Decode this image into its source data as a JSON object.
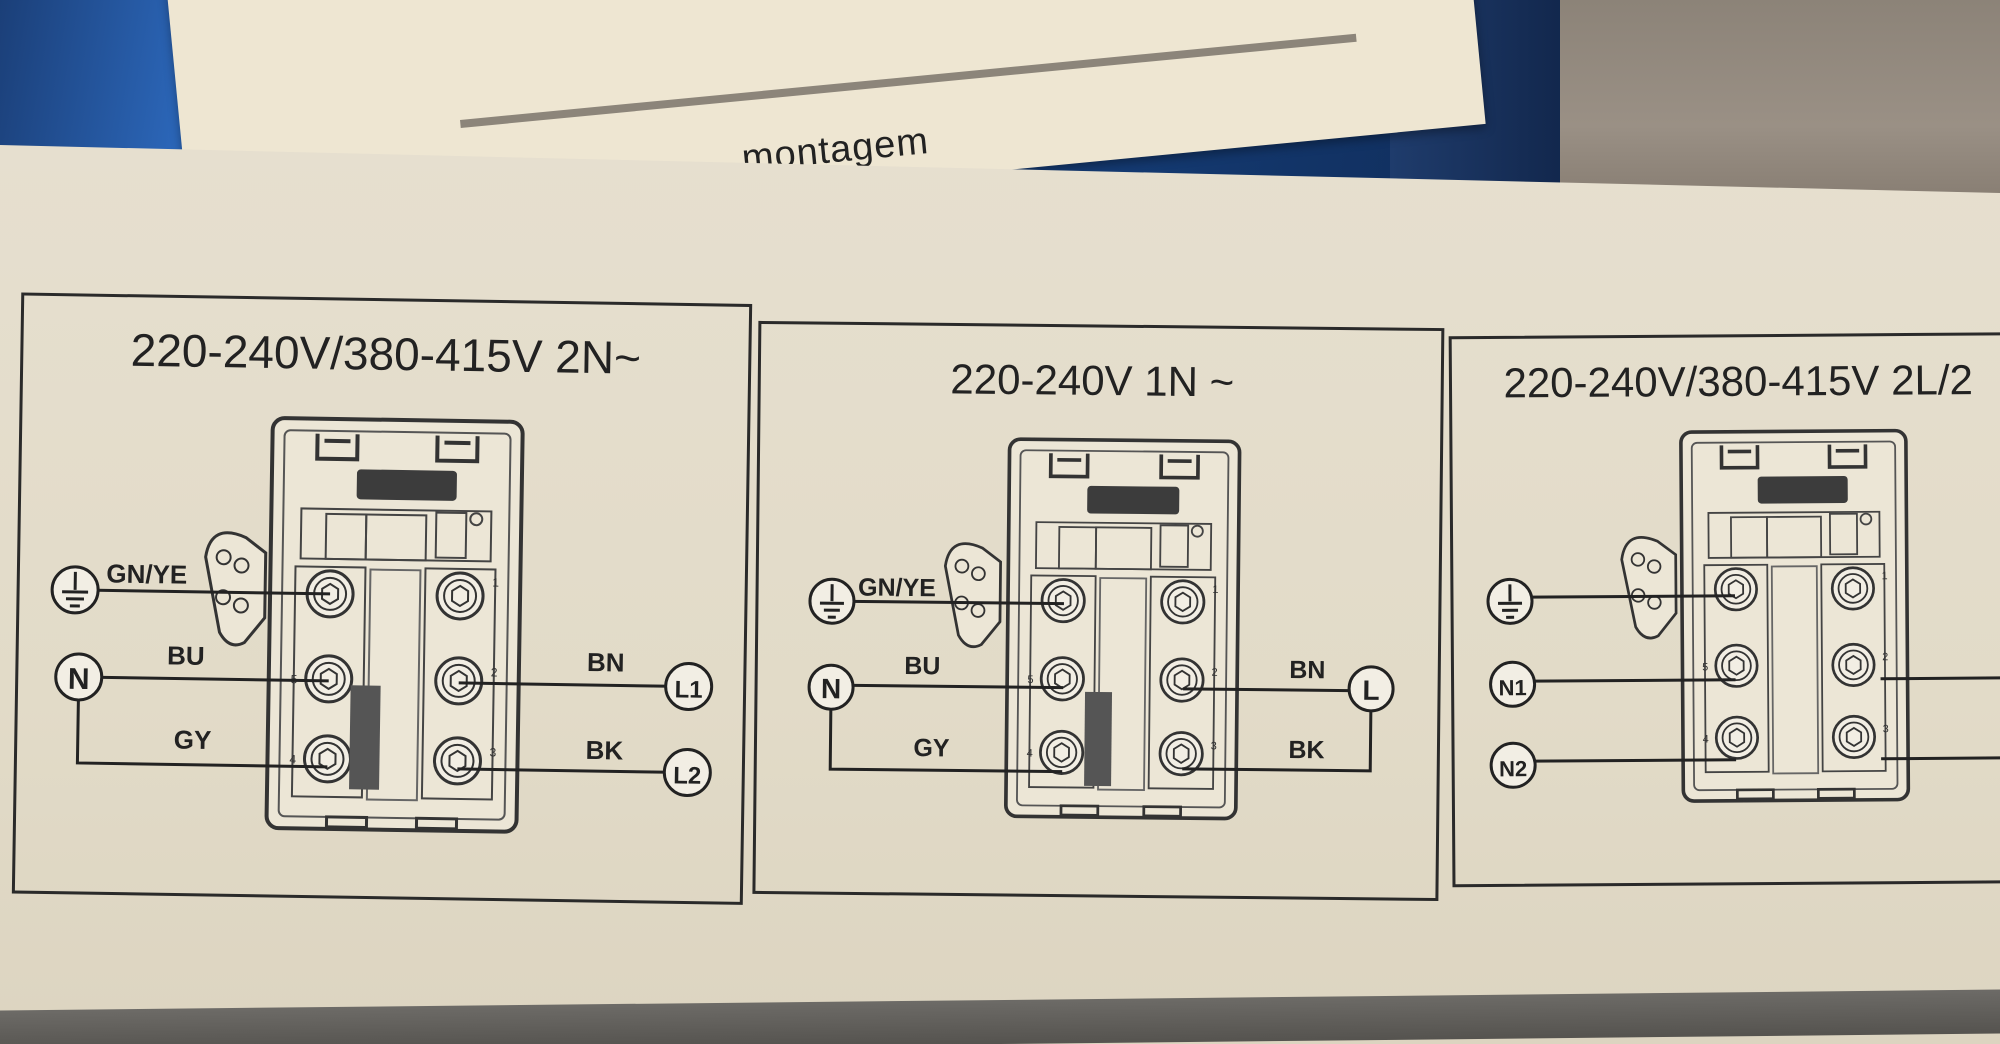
{
  "background_label": "montagem",
  "panels": [
    {
      "title": "220-240V/380-415V 2N~",
      "ground_label": "GN/YE",
      "wire_labels": [
        "BU",
        "GY",
        "BN",
        "BK"
      ],
      "terminal_labels": [
        "N",
        "L1",
        "L2"
      ]
    },
    {
      "title": "220-240V 1N ~",
      "ground_label": "GN/YE",
      "wire_labels": [
        "BU",
        "GY",
        "BN",
        "BK"
      ],
      "terminal_labels": [
        "N",
        "L"
      ]
    },
    {
      "title": "220-240V/380-415V 2L/2",
      "terminal_labels": [
        "N1",
        "N2"
      ]
    }
  ],
  "colors": {
    "paper": "#e4ddca",
    "ink": "#2a2a2a",
    "terminal_block": "#555555"
  }
}
